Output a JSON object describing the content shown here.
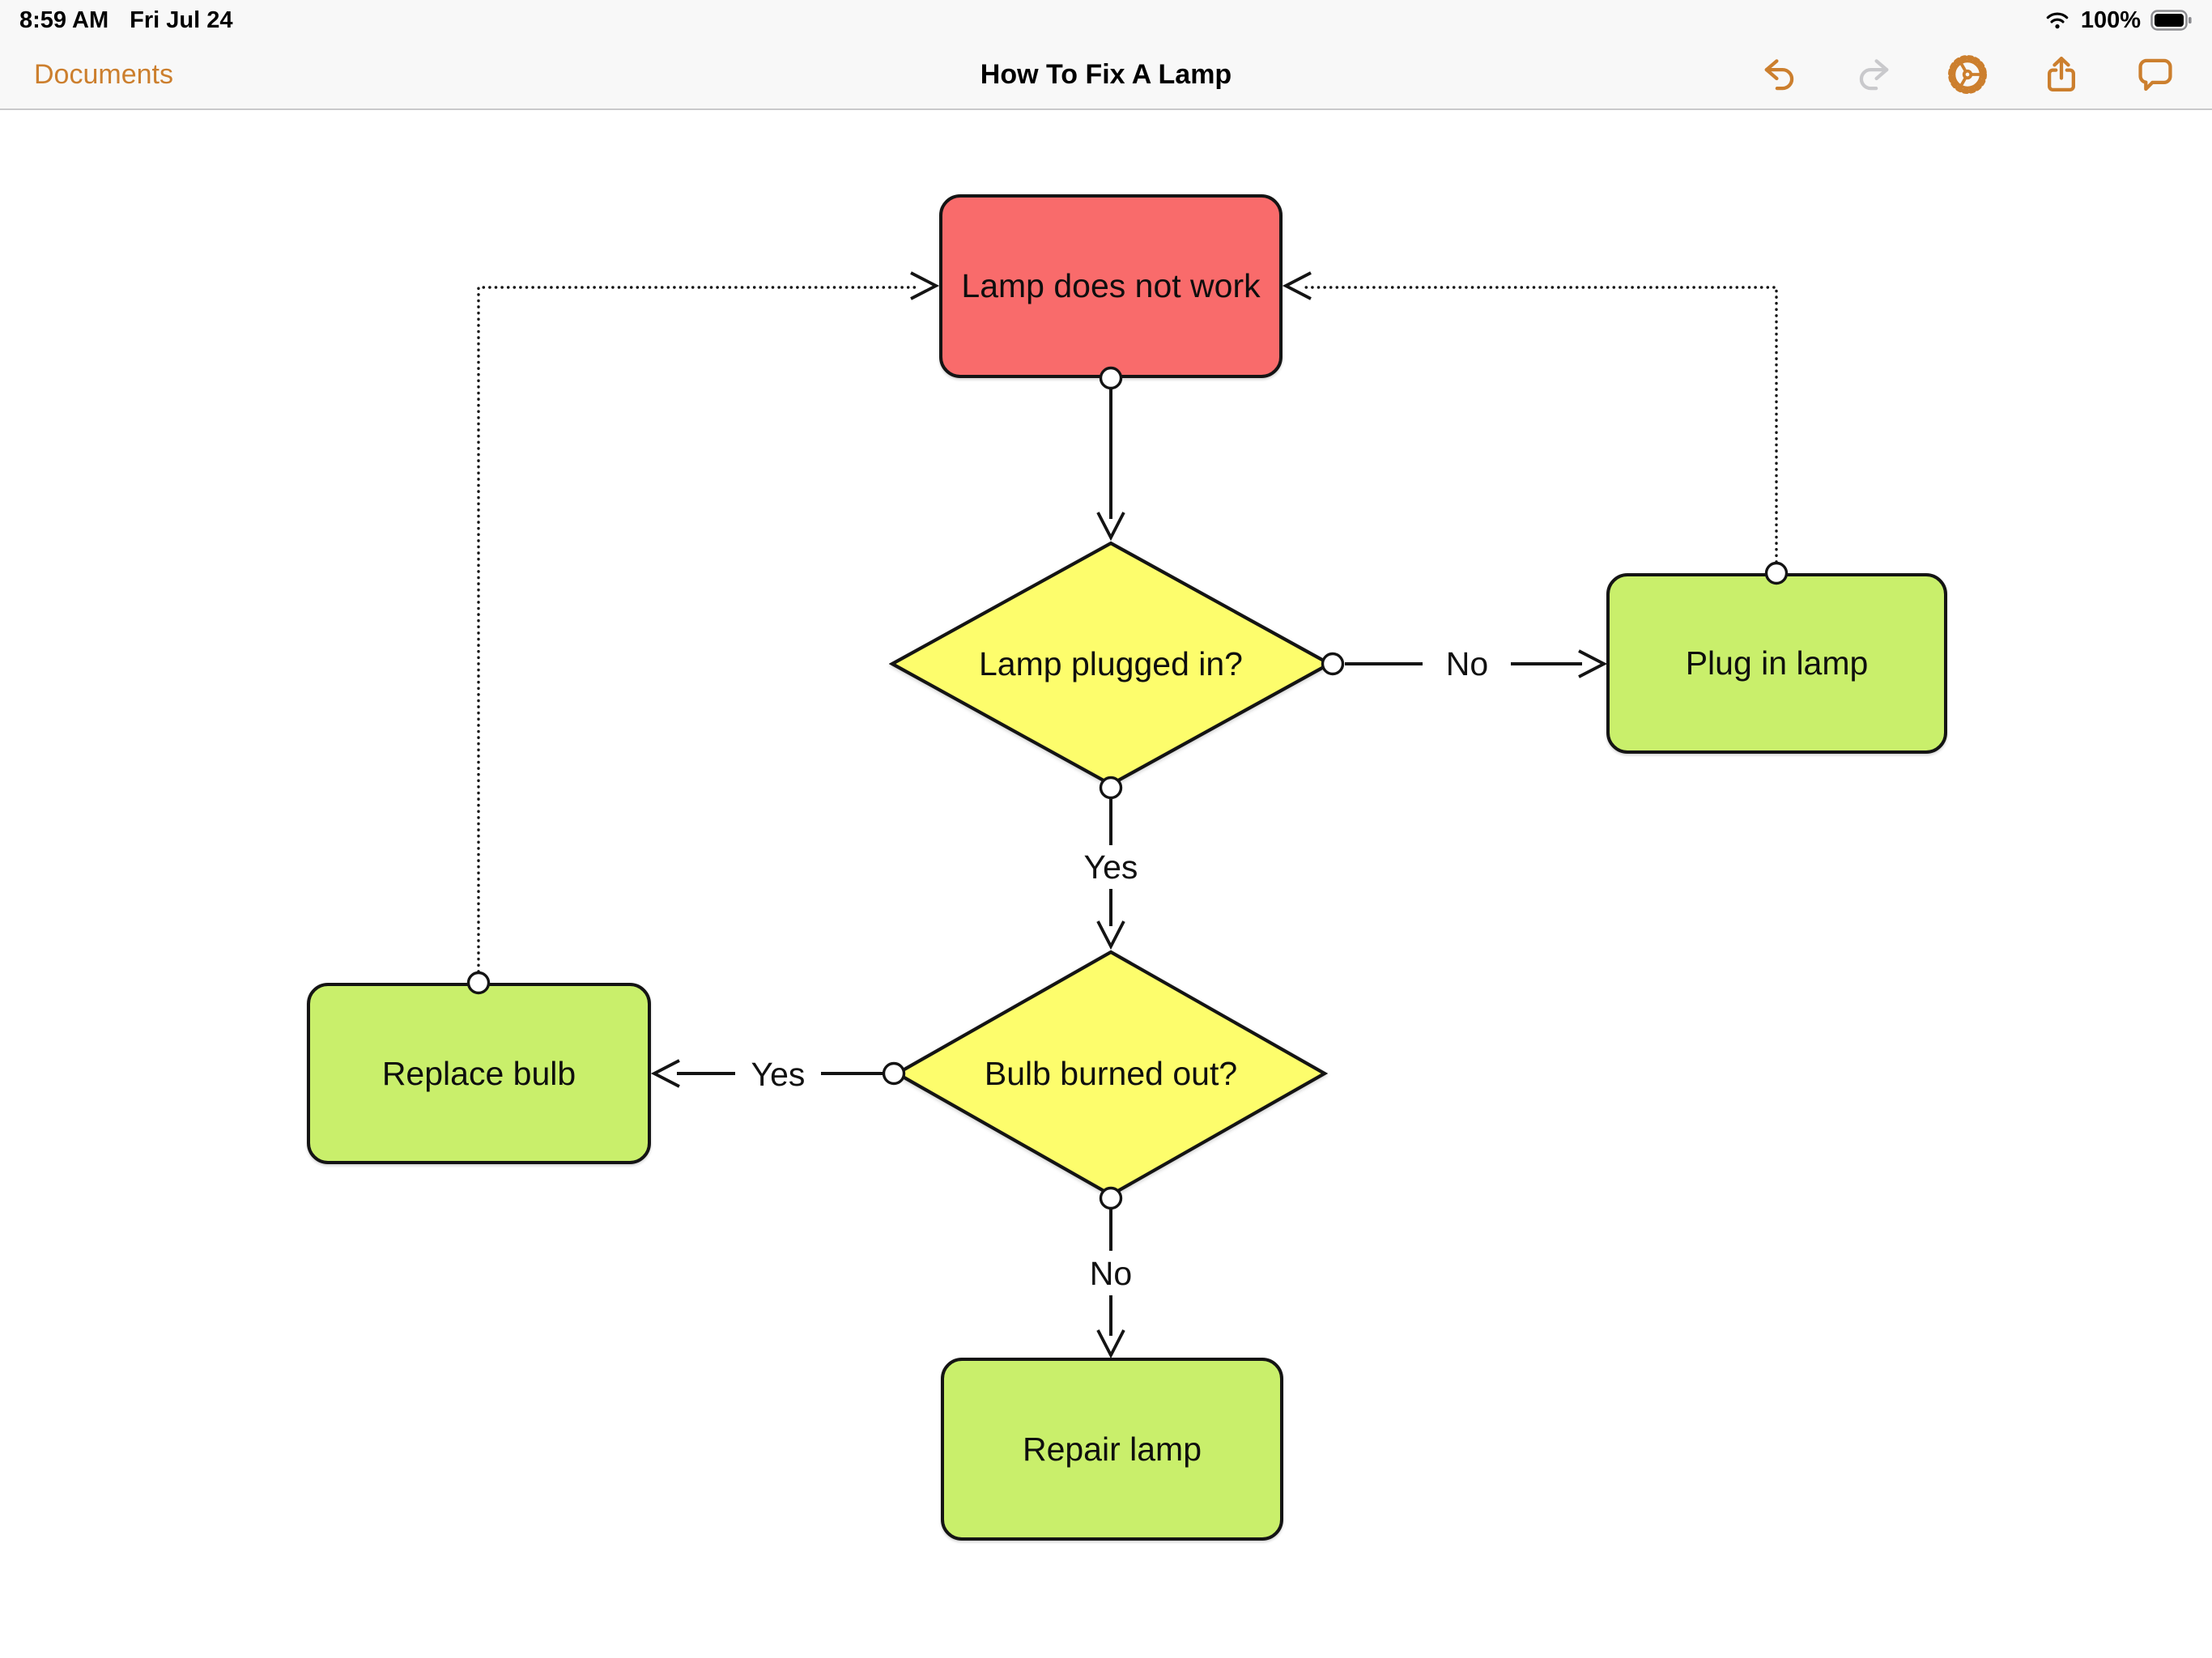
{
  "status_bar": {
    "time": "8:59 AM",
    "date": "Fri Jul 24",
    "battery_percent": "100%",
    "icons": [
      "wifi-icon",
      "battery-icon"
    ]
  },
  "nav_bar": {
    "back_button": "Documents",
    "title": "How To Fix A Lamp",
    "accent_color": "#cc7f2e",
    "disabled_color": "#c9c9cc",
    "actions": [
      {
        "name": "undo",
        "enabled": true
      },
      {
        "name": "redo",
        "enabled": false
      },
      {
        "name": "settings-gear",
        "enabled": true
      },
      {
        "name": "share",
        "enabled": true
      },
      {
        "name": "comment",
        "enabled": true
      }
    ]
  },
  "diagram": {
    "canvas_background": "#ffffff",
    "stroke_color": "#141414",
    "connector_dot_fill": "#ffffff",
    "nodes": {
      "start": {
        "label": "Lamp does not work",
        "shape": "rounded-rect",
        "fill": "#F96B6B"
      },
      "decision_plugged": {
        "label": "Lamp plugged in?",
        "shape": "diamond",
        "fill": "#FDFD6C"
      },
      "action_plug": {
        "label": "Plug in lamp",
        "shape": "rounded-rect",
        "fill": "#C9EF6B"
      },
      "decision_bulb": {
        "label": "Bulb burned out?",
        "shape": "diamond",
        "fill": "#FDFD6C"
      },
      "action_replace": {
        "label": "Replace bulb",
        "shape": "rounded-rect",
        "fill": "#C9EF6B"
      },
      "action_repair": {
        "label": "Repair lamp",
        "shape": "rounded-rect",
        "fill": "#C9EF6B"
      }
    },
    "edges": [
      {
        "from": "start",
        "to": "decision_plugged",
        "label": "",
        "style": "solid"
      },
      {
        "from": "decision_plugged",
        "to": "action_plug",
        "label": "No",
        "style": "solid"
      },
      {
        "from": "decision_plugged",
        "to": "decision_bulb",
        "label": "Yes",
        "style": "solid"
      },
      {
        "from": "decision_bulb",
        "to": "action_replace",
        "label": "Yes",
        "style": "solid"
      },
      {
        "from": "decision_bulb",
        "to": "action_repair",
        "label": "No",
        "style": "solid"
      },
      {
        "from": "action_replace",
        "to": "start",
        "label": "",
        "style": "dotted"
      },
      {
        "from": "action_plug",
        "to": "start",
        "label": "",
        "style": "dotted"
      }
    ]
  }
}
